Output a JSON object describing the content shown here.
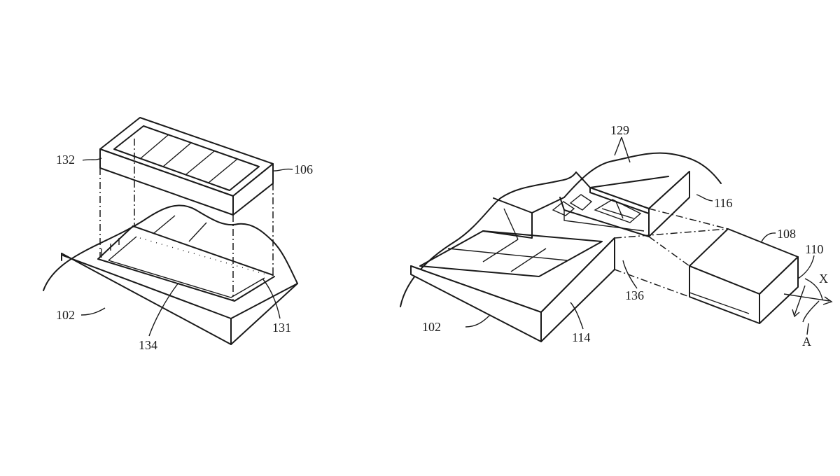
{
  "figure_left": {
    "labels": {
      "l132": "132",
      "l106": "106",
      "l102": "102",
      "l134": "134",
      "l131": "131"
    }
  },
  "figure_right": {
    "labels": {
      "l129": "129",
      "l116": "116",
      "l108": "108",
      "l110": "110",
      "lX": "X",
      "l136": "136",
      "l102": "102",
      "l114": "114",
      "lA": "A"
    }
  }
}
